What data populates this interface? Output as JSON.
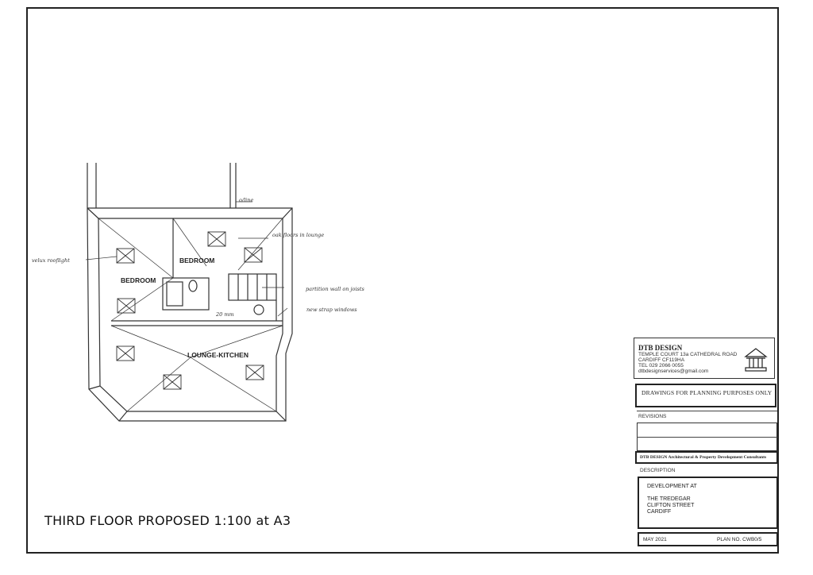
{
  "plan": {
    "label": "THIRD FLOOR PROPOSED 1:100 at A3",
    "rooms": [
      {
        "name": "BEDROOM"
      },
      {
        "name": "BEDROOM"
      },
      {
        "name": "LOUNGE-KITCHEN"
      }
    ],
    "annotations": [
      "velux rooflight",
      "o/line",
      "oak floors in lounge",
      "partition wall on joists",
      "20 mm",
      "new strap windows"
    ]
  },
  "title_block": {
    "firm_name": "DTB DESIGN",
    "firm_address_lines": [
      "TEMPLE COURT  13a CATHEDRAL ROAD",
      "CARDIFF CF119HA",
      "TEL 029 2066 0055",
      "dtbdesignservices@gmail.com"
    ],
    "drawings_note": "DRAWINGS FOR PLANNING PURPOSES ONLY",
    "revisions_label": "REVISIONS",
    "consultant_line": "DTB DESIGN Architectural & Property Development Consultants",
    "description_label": "DESCRIPTION",
    "description_lines": [
      "DEVELOPMENT AT",
      "",
      "THE TREDEGAR",
      "CLIFTON STREET",
      "CARDIFF"
    ],
    "date": "MAY 2021",
    "plan_no": "PLAN NO. CWB0/5"
  }
}
